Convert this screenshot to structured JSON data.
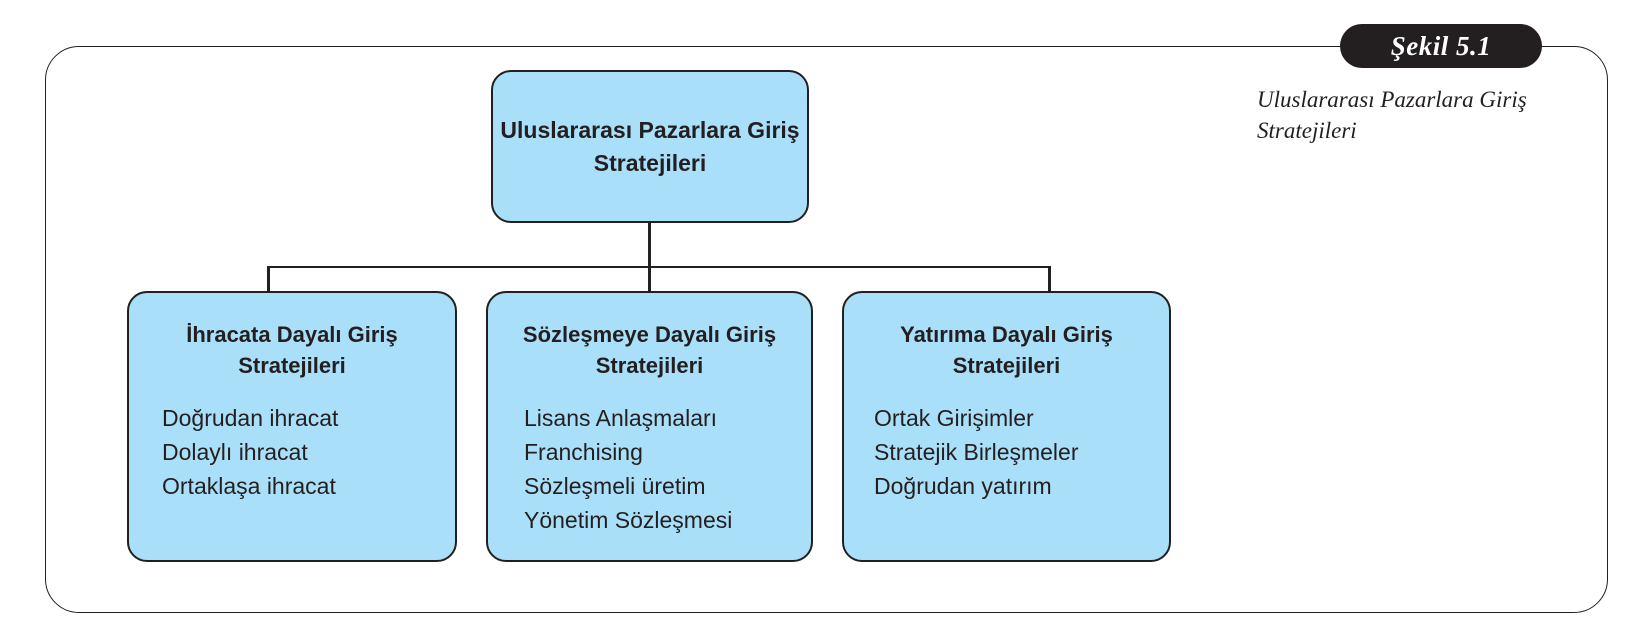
{
  "figure": {
    "badge_label": "Şekil 5.1",
    "caption": "Uluslararası Pazarlara Giriş Stratejileri",
    "accent_color": "#a9dff8",
    "line_color": "#231f20",
    "badge_color": "#231f20"
  },
  "chart_data": {
    "type": "diagram",
    "title": "Uluslararası Pazarlara Giriş Stratejileri",
    "root": {
      "label": "Uluslararası Pazarlara Giriş Stratejileri"
    },
    "children": [
      {
        "label": "İhracata Dayalı Giriş Stratejileri",
        "items": [
          "Doğrudan ihracat",
          "Dolaylı ihracat",
          "Ortaklaşa ihracat"
        ]
      },
      {
        "label": "Sözleşmeye Dayalı Giriş Stratejileri",
        "items": [
          "Lisans Anlaşmaları",
          "Franchising",
          "Sözleşmeli üretim",
          "Yönetim Sözleşmesi"
        ]
      },
      {
        "label": "Yatırıma Dayalı Giriş Stratejileri",
        "items": [
          "Ortak Girişimler",
          "Stratejik Birleşmeler",
          "Doğrudan yatırım"
        ]
      }
    ]
  }
}
